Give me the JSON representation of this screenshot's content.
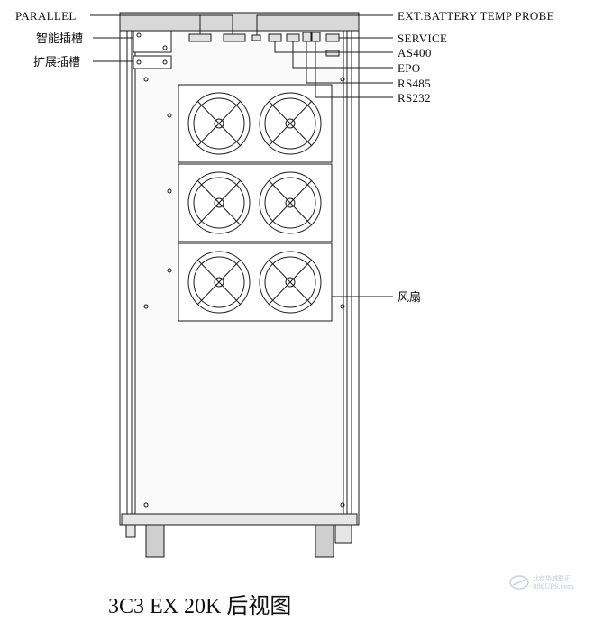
{
  "labels": {
    "parallel": "PARALLEL",
    "smart_slot": "智能插槽",
    "expansion_slot": "扩展插槽",
    "ext_battery_temp_probe": "EXT.BATTERY TEMP PROBE",
    "service": "SERVICE",
    "as400": "AS400",
    "epo": "EPO",
    "rs485": "RS485",
    "rs232": "RS232",
    "fan": "风扇"
  },
  "caption": "3C3 EX 20K 后视图",
  "watermark": {
    "line1": "北京华城联正",
    "line2": "086UPS.com"
  },
  "colors": {
    "line": "#1a1a1a",
    "panel_fill": "#f7f7f7",
    "header_fill": "#d8d8d8",
    "wheel_fill": "#cfcfcf"
  }
}
